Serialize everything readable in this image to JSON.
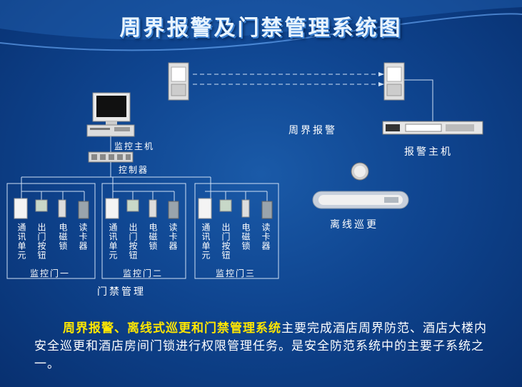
{
  "title": "周界报警及门禁管理系统图",
  "labels": {
    "monitor_host": "监控主机",
    "controller": "控制器",
    "perimeter_alarm": "周界报警",
    "alarm_host": "报警主机",
    "patrol": "离线巡更",
    "access_control": "门禁管理"
  },
  "doors": [
    {
      "name": "监控门一",
      "devices": [
        "通讯单元",
        "出门按钮",
        "电磁锁",
        "读卡器"
      ]
    },
    {
      "name": "监控门二",
      "devices": [
        "通讯单元",
        "出门按钮",
        "电磁锁",
        "读卡器"
      ]
    },
    {
      "name": "监控门三",
      "devices": [
        "通讯单元",
        "出门按钮",
        "电磁锁",
        "读卡器"
      ]
    }
  ],
  "description": {
    "highlight": "周界报警、离线式巡更和门禁管理系统",
    "text": "主要完成酒店周界防范、酒店大楼内安全巡更和酒店房间门锁进行权限管理任务。是安全防范系统中的主要子系统之一。"
  },
  "colors": {
    "background": "#0f4590",
    "highlight": "#ffe600",
    "line": "#cfe0f5"
  }
}
